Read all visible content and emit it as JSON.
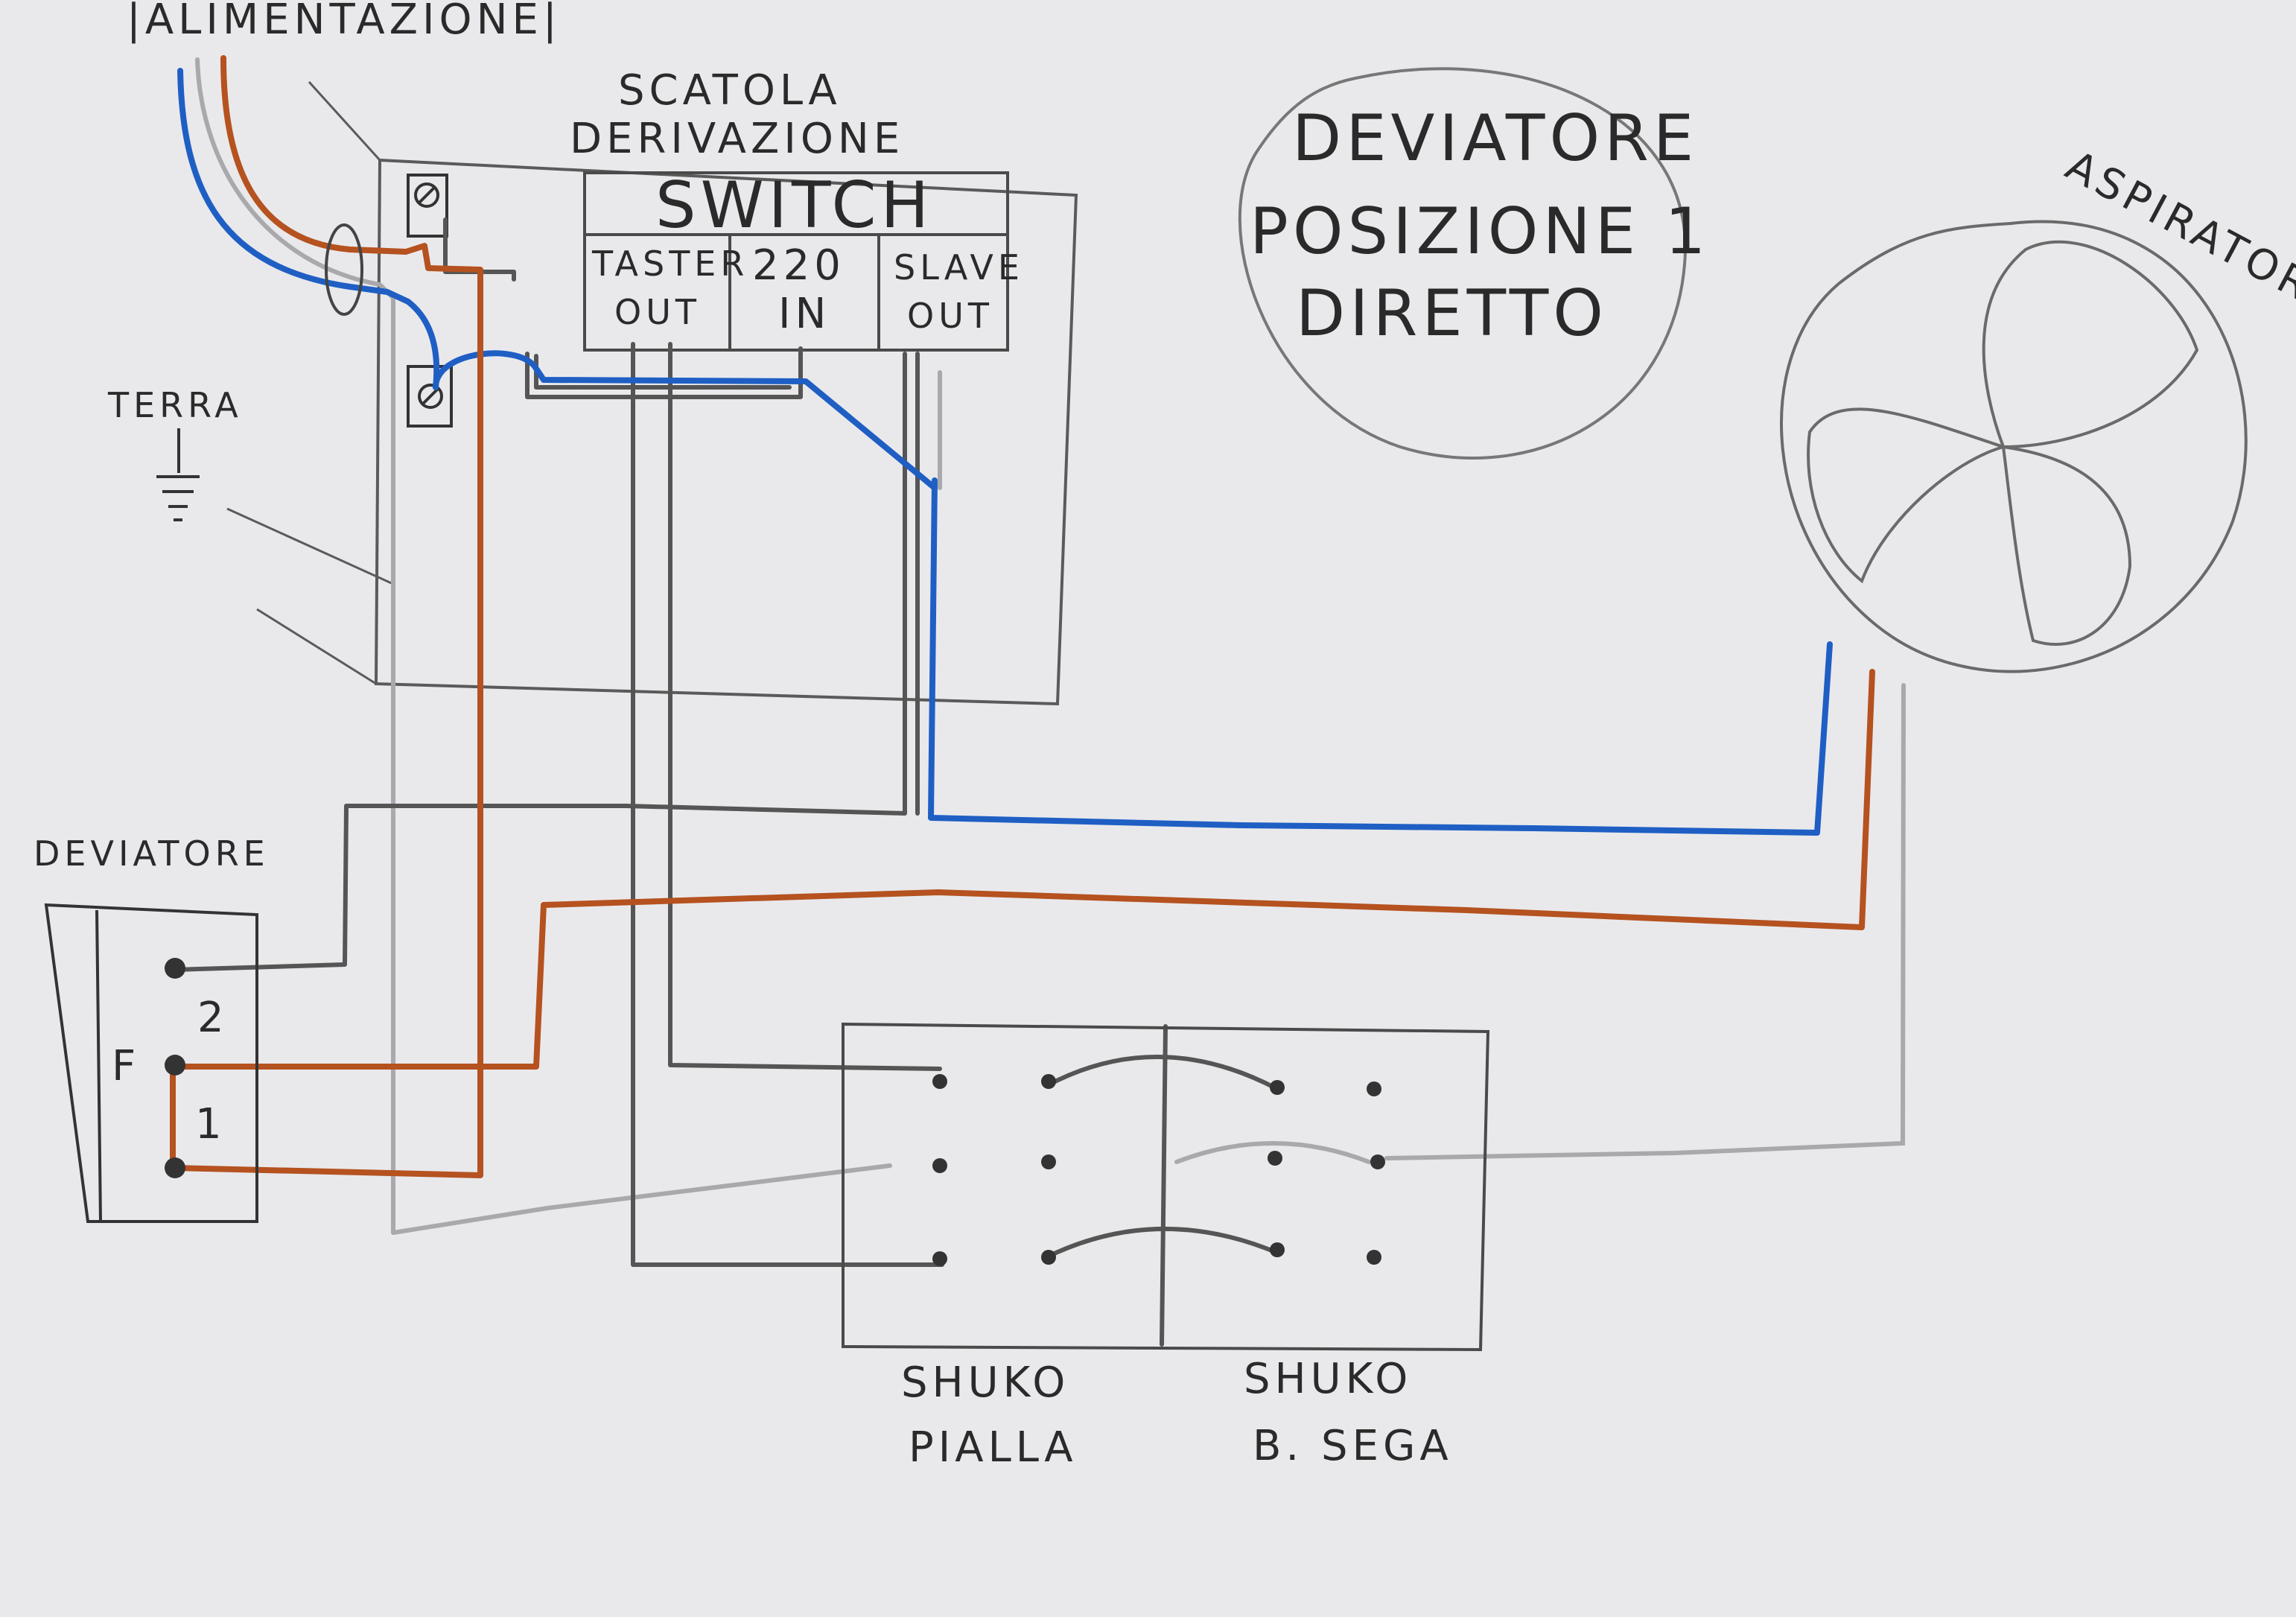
{
  "colors": {
    "paper": "#e9e9ec",
    "pencil": "#555555",
    "pencil_light": "#a9a9ad",
    "neutral_blue": "#1f5fc4",
    "phase_brown": "#b5521f",
    "ink": "#2a2a2a"
  },
  "labels": {
    "power_supply": "|ALIMENTAZIONE|",
    "junction_box_line1": "SCATOLA",
    "junction_box_line2": "DERIVAZIONE",
    "earth": "TERRA",
    "switch_title": "SWITCH",
    "taster_out_line1": "TASTER",
    "taster_out_line2": "OUT",
    "in220_line1": "220",
    "in220_line2": "IN",
    "slave_out_line1": "SLAVE",
    "slave_out_line2": "OUT",
    "note_line1": "DEVIATORE",
    "note_line2": "POSIZIONE 1",
    "note_line3": "DIRETTO",
    "extractor": "ASPIRATORE",
    "two_way_switch": "DEVIATORE",
    "switch_pos_2": "2",
    "switch_common": "F",
    "switch_pos_1": "1",
    "socket1_line1": "SHUKO",
    "socket1_line2": "PIALLA",
    "socket2_line1": "SHUKO",
    "socket2_line2": "B. SEGA"
  },
  "icons": {
    "earth": "ground-symbol-icon",
    "extractor": "fan-icon",
    "terminal": "screw-terminal-icon"
  }
}
